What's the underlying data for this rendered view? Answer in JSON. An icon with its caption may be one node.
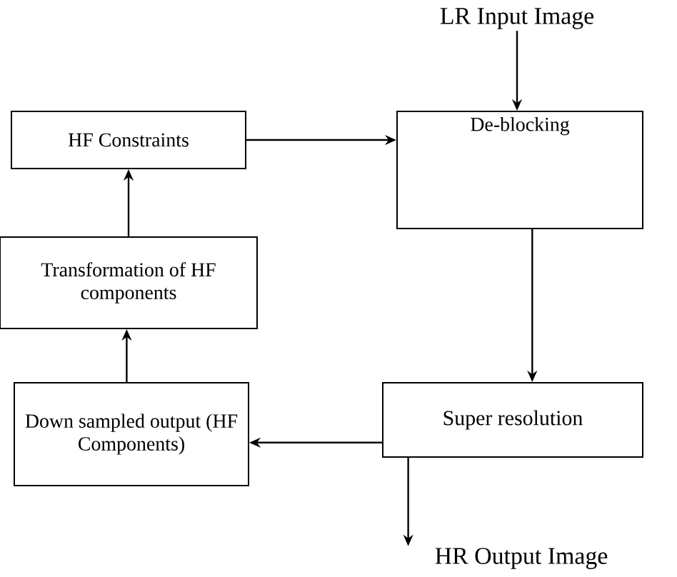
{
  "diagram": {
    "nodes": [
      {
        "text": [
          "LR Input Image"
        ]
      },
      {
        "text": [
          "HF Constraints"
        ]
      },
      {
        "text": [
          "De-blocking"
        ]
      },
      {
        "text": [
          "Transformation of HF components"
        ]
      },
      {
        "text": [
          "Down sampled output (HF Components)"
        ]
      },
      {
        "text": [
          "Super resolution"
        ]
      },
      {
        "text": [
          "HR Output Image"
        ]
      }
    ],
    "edges": [
      {
        "from": 0,
        "to": 2,
        "arrow": "to"
      },
      {
        "from": 1,
        "to": 2,
        "arrow": "to"
      },
      {
        "from": 2,
        "to": 5,
        "arrow": "to"
      },
      {
        "from": 5,
        "to": 4,
        "arrow": "to"
      },
      {
        "from": 4,
        "to": 3,
        "arrow": "to"
      },
      {
        "from": 3,
        "to": 1,
        "arrow": "to"
      },
      {
        "from": 5,
        "to": 6,
        "arrow": "to"
      }
    ]
  }
}
